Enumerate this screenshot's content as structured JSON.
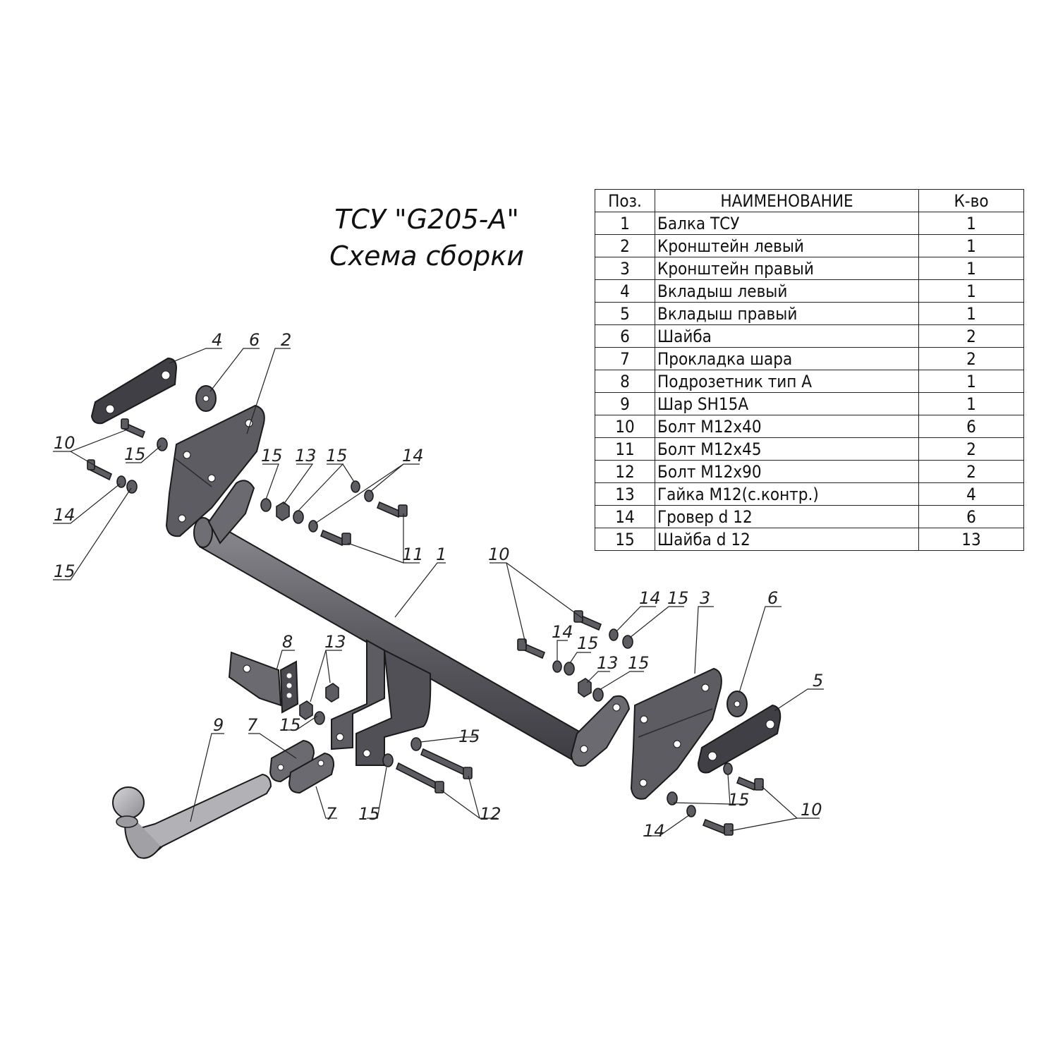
{
  "title": {
    "line1": "ТСУ \"G205-A\"",
    "line2": "Схема сборки"
  },
  "table": {
    "headers": {
      "pos": "Поз.",
      "name": "НАИМЕНОВАНИЕ",
      "qty": "К-во"
    },
    "rows": [
      {
        "pos": "1",
        "name": "Балка ТСУ",
        "qty": "1"
      },
      {
        "pos": "2",
        "name": "Кронштейн левый",
        "qty": "1"
      },
      {
        "pos": "3",
        "name": "Кронштейн правый",
        "qty": "1"
      },
      {
        "pos": "4",
        "name": "Вкладыш левый",
        "qty": "1"
      },
      {
        "pos": "5",
        "name": "Вкладыш правый",
        "qty": "1"
      },
      {
        "pos": "6",
        "name": "Шайба",
        "qty": "2"
      },
      {
        "pos": "7",
        "name": "Прокладка шара",
        "qty": "2"
      },
      {
        "pos": "8",
        "name": "Подрозетник тип А",
        "qty": "1"
      },
      {
        "pos": "9",
        "name": "Шар SH15A",
        "qty": "1"
      },
      {
        "pos": "10",
        "name": "Болт М12х40",
        "qty": "6"
      },
      {
        "pos": "11",
        "name": "Болт М12х45",
        "qty": "2"
      },
      {
        "pos": "12",
        "name": "Болт М12х90",
        "qty": "2"
      },
      {
        "pos": "13",
        "name": "Гайка М12(с.контр.)",
        "qty": "4"
      },
      {
        "pos": "14",
        "name": "Гровер d 12",
        "qty": "6"
      },
      {
        "pos": "15",
        "name": "Шайба d 12",
        "qty": "13"
      }
    ]
  },
  "callouts": [
    "4",
    "6",
    "2",
    "10",
    "15",
    "14",
    "15",
    "15",
    "13",
    "15",
    "14",
    "11",
    "1",
    "8",
    "13",
    "15",
    "9",
    "7",
    "7",
    "15",
    "15",
    "12",
    "10",
    "14",
    "15",
    "14",
    "15",
    "13",
    "15",
    "3",
    "6",
    "5",
    "15",
    "14",
    "10"
  ],
  "colors": {
    "part_fill": "#5c5c62",
    "part_dark": "#3e3e44",
    "part_light": "#8a8a90",
    "ball_fill": "#a5a5aa",
    "outline": "#1a1a1a"
  }
}
